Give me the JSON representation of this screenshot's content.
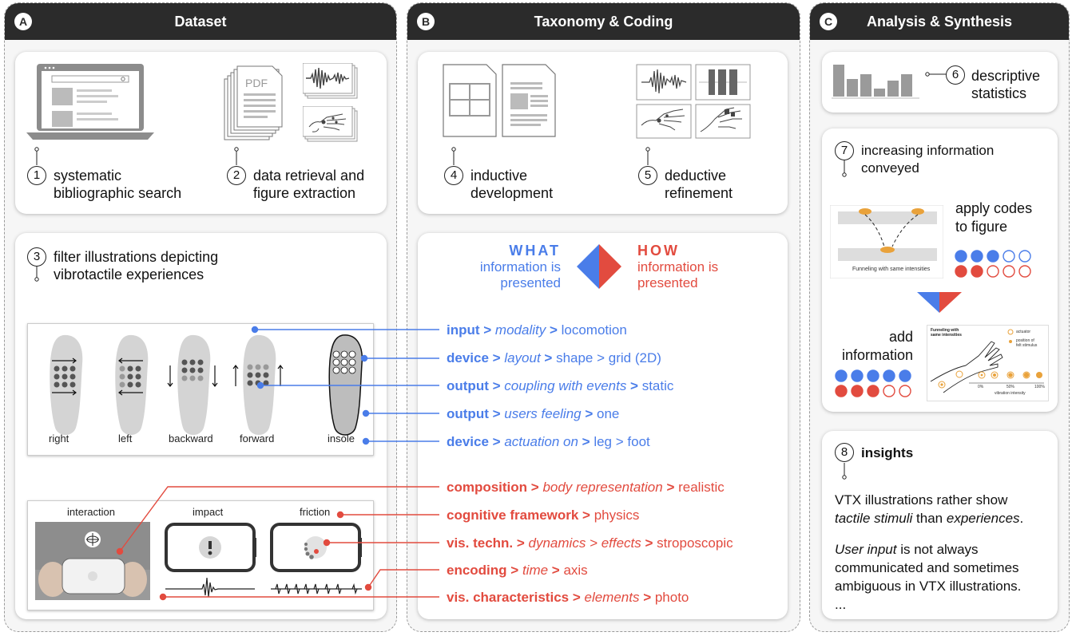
{
  "columns": {
    "a": {
      "badge": "A",
      "title": "Dataset"
    },
    "b": {
      "badge": "B",
      "title": "Taxonomy & Coding"
    },
    "c": {
      "badge": "C",
      "title": "Analysis & Synthesis"
    }
  },
  "steps": {
    "s1": {
      "num": "1",
      "line1": "systematic",
      "line2": "bibliographic search"
    },
    "s2": {
      "num": "2",
      "line1": "data retrieval and",
      "line2": "figure extraction"
    },
    "s3": {
      "num": "3",
      "line1": "filter illustrations depicting",
      "line2": "vibrotactile experiences"
    },
    "s4": {
      "num": "4",
      "line1": "inductive",
      "line2": "development"
    },
    "s5": {
      "num": "5",
      "line1": "deductive",
      "line2": "refinement"
    },
    "s6": {
      "num": "6",
      "line1": "descriptive",
      "line2": "statistics"
    },
    "s7": {
      "num": "7",
      "line1": "increasing information",
      "line2": "conveyed"
    },
    "s8": {
      "num": "8",
      "line1": "insights"
    }
  },
  "pdf_label": "PDF",
  "soles": [
    "right",
    "left",
    "backward",
    "forward",
    "insole"
  ],
  "phone_labels": [
    "interaction",
    "impact",
    "friction"
  ],
  "what_how": {
    "what_title": "WHAT",
    "what_sub1": "information is",
    "what_sub2": "presented",
    "how_title": "HOW",
    "how_sub1": "information is",
    "how_sub2": "presented"
  },
  "blue_codes": [
    {
      "a": "input",
      "sep1": " > ",
      "b": "modality",
      "sep2": " > ",
      "c": "locomotion"
    },
    {
      "a": "device",
      "sep1": " > ",
      "b": "layout",
      "sep2": " > ",
      "c": "shape > grid (2D)"
    },
    {
      "a": "output",
      "sep1": " > ",
      "b": "coupling with events",
      "sep2": " > ",
      "c": "static"
    },
    {
      "a": "output",
      "sep1": " > ",
      "b": "users feeling",
      "sep2": " > ",
      "c": "one"
    },
    {
      "a": "device",
      "sep1": " > ",
      "b": "actuation on",
      "sep2": " > ",
      "c": "leg > foot"
    }
  ],
  "red_codes": [
    {
      "a": "composition",
      "sep1": " > ",
      "b": "body representation",
      "sep2": " > ",
      "c": "realistic"
    },
    {
      "a": "cognitive framework",
      "sep1": " > ",
      "b": "",
      "sep2": "",
      "c": "physics"
    },
    {
      "a": "vis. techn.",
      "sep1": " > ",
      "b": "dynamics > effects",
      "sep2": " > ",
      "c": "stroposcopic"
    },
    {
      "a": "encoding",
      "sep1": " > ",
      "b": "time",
      "sep2": " > ",
      "c": "axis"
    },
    {
      "a": "vis. characteristics",
      "sep1": " > ",
      "b": "elements",
      "sep2": " > ",
      "c": "photo"
    }
  ],
  "analysis": {
    "apply_1": "apply codes",
    "apply_2": "to figure",
    "add_1": "add",
    "add_2": "information",
    "funnel_caption": "Funneling with same intensities",
    "mini_title_1": "Funneling with",
    "mini_title_2": "same intensities",
    "legend_actuator": "actuator",
    "legend_position_1": "position of",
    "legend_position_2": "felt stimulus",
    "axis_0": "0%",
    "axis_50": "50%",
    "axis_100": "100%",
    "axis_label": "vibration intensity"
  },
  "insights": {
    "p1_1": "VTX illustrations rather show",
    "p1_2a": "tactile stimuli",
    "p1_2b": " than ",
    "p1_2c": "experiences",
    "p1_2d": ".",
    "p2_1a": "User input",
    "p2_1b": " is not always",
    "p2_2": "communicated and sometimes",
    "p2_3": "ambiguous in VTX illustrations.",
    "p2_4": "..."
  },
  "colors": {
    "blue": "#4a7de9",
    "red": "#e24b3f",
    "dark": "#2b2b2b"
  }
}
